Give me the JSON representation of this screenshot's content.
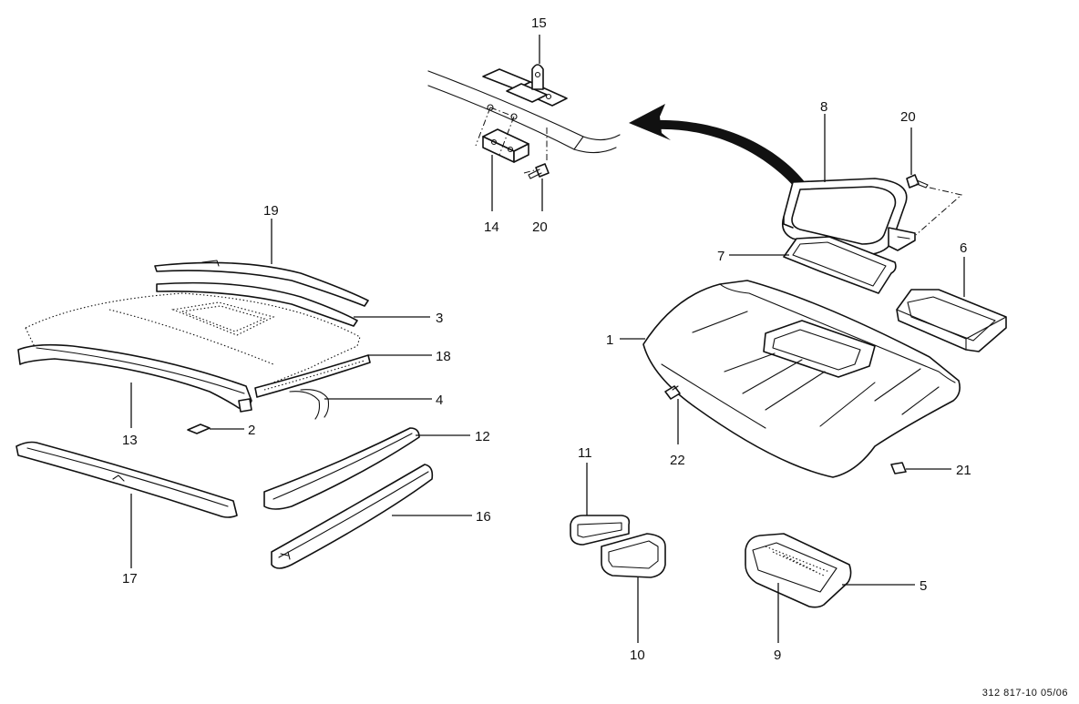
{
  "callouts": {
    "c1": "1",
    "c2": "2",
    "c3": "3",
    "c4": "4",
    "c5": "5",
    "c6": "6",
    "c7": "7",
    "c8": "8",
    "c9": "9",
    "c10": "10",
    "c11": "11",
    "c12": "12",
    "c13": "13",
    "c14": "14",
    "c15": "15",
    "c16": "16",
    "c17": "17",
    "c18": "18",
    "c19": "19",
    "c20a": "20",
    "c20b": "20",
    "c21": "21",
    "c22": "22"
  },
  "footer": {
    "code": "312   817-10   05/06"
  }
}
